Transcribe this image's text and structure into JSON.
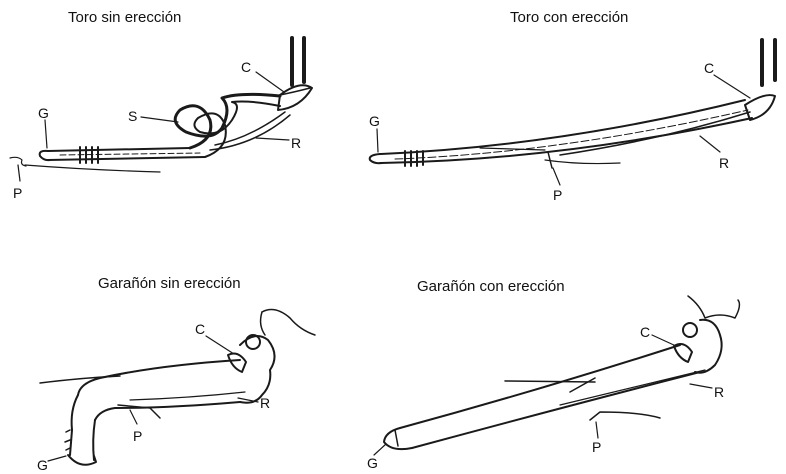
{
  "panels": [
    {
      "title": "Toro sin erección",
      "labels": {
        "G": "G",
        "S": "S",
        "C": "C",
        "R": "R",
        "P": "P"
      }
    },
    {
      "title": "Toro con erección",
      "labels": {
        "G": "G",
        "C": "C",
        "R": "R",
        "P": "P"
      }
    },
    {
      "title": "Garañón sin erección",
      "labels": {
        "G": "G",
        "C": "C",
        "R": "R",
        "P": "P"
      }
    },
    {
      "title": "Garañón con erección",
      "labels": {
        "G": "G",
        "C": "C",
        "R": "R",
        "P": "P"
      }
    }
  ]
}
